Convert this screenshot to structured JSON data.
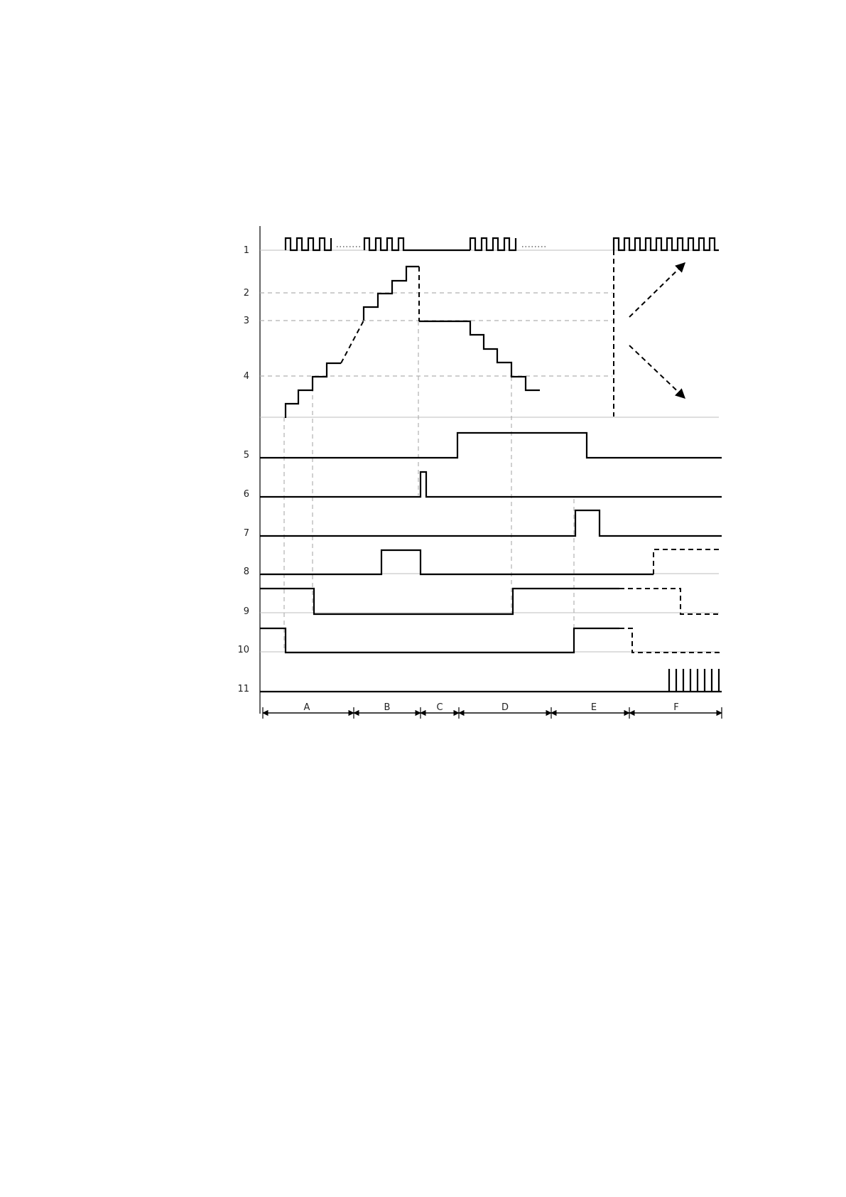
{
  "diagram": {
    "row_labels": [
      "1",
      "2",
      "3",
      "4",
      "5",
      "6",
      "7",
      "8",
      "9",
      "10",
      "11"
    ],
    "interval_labels": [
      "A",
      "B",
      "C",
      "D",
      "E",
      "F"
    ]
  }
}
